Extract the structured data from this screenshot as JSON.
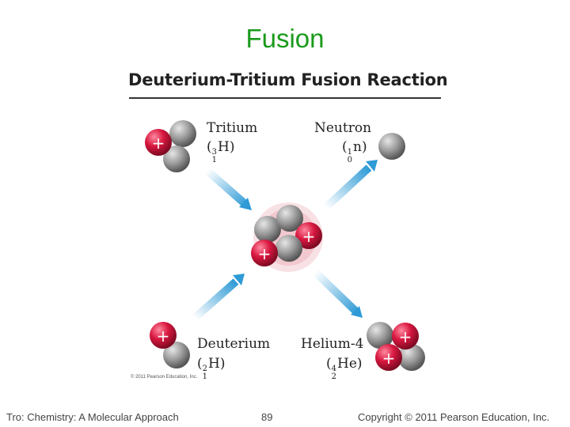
{
  "slide": {
    "title": "Fusion"
  },
  "diagram": {
    "heading": "Deuterium-Tritium Fusion Reaction",
    "tritium": {
      "name": "Tritium",
      "mass": "3",
      "atomic": "1",
      "symbol": "H"
    },
    "neutron": {
      "name": "Neutron",
      "mass": "1",
      "atomic": "0",
      "symbol": "n"
    },
    "deuterium": {
      "name": "Deuterium",
      "mass": "2",
      "atomic": "1",
      "symbol": "H"
    },
    "helium": {
      "name": "Helium-4",
      "mass": "4",
      "atomic": "2",
      "symbol": "He"
    },
    "proton_sign": "+",
    "image_credit": "© 2011 Pearson Education, Inc."
  },
  "footer": {
    "left": "Tro: Chemistry: A Molecular Approach",
    "page": "89",
    "right": "Copyright © 2011 Pearson Education, Inc."
  },
  "colors": {
    "proton": "#d8173f",
    "neutron": "#8f8f8f",
    "arrow": "#2e9ad6",
    "title": "#1a9a1a"
  }
}
